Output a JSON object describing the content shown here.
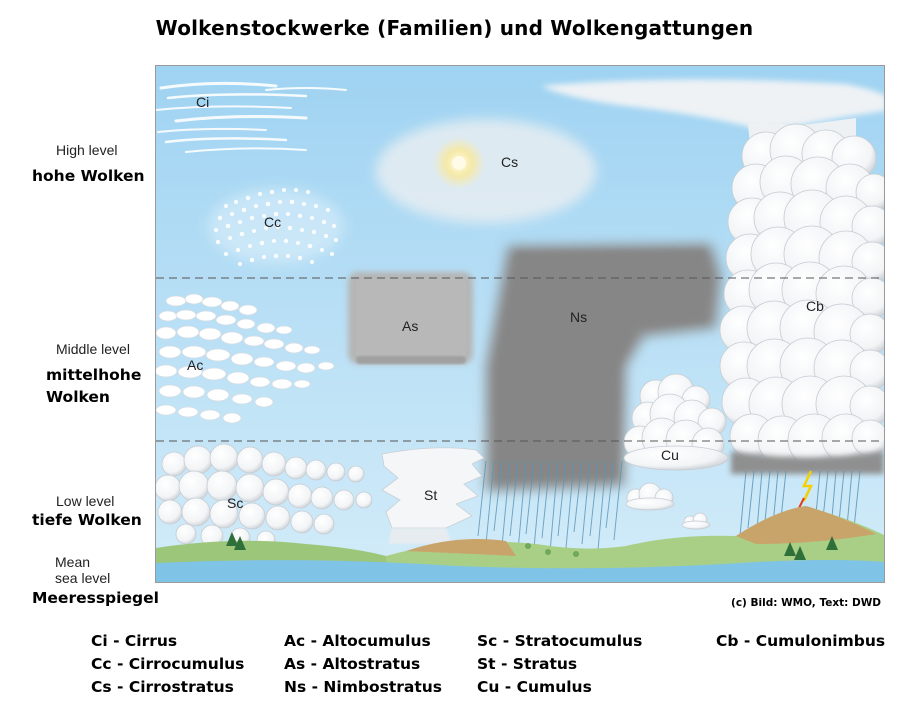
{
  "title": "Wolkenstockwerke (Familien) und Wolkengattungen",
  "levels": {
    "high_en": "High level",
    "high_de": "hohe Wolken",
    "middle_en": "Middle level",
    "middle_de_1": "mittelhohe",
    "middle_de_2": "Wolken",
    "low_en": "Low level",
    "low_de": "tiefe Wolken",
    "sea_en_1": "Mean",
    "sea_en_2": "sea level",
    "sea_de": "Meeresspiegel"
  },
  "clouds": {
    "ci": "Ci",
    "cs": "Cs",
    "cc": "Cc",
    "as": "As",
    "ns": "Ns",
    "cb": "Cb",
    "ac": "Ac",
    "cu": "Cu",
    "sc": "Sc",
    "st": "St"
  },
  "credit": "(c) Bild: WMO, Text: DWD",
  "legend": {
    "ci": "Ci - Cirrus",
    "cc": "Cc - Cirrocumulus",
    "cs": "Cs - Cirrostratus",
    "ac": "Ac - Altocumulus",
    "as": "As - Altostratus",
    "ns": "Ns - Nimbostratus",
    "sc": "Sc - Stratocumulus",
    "st": "St - Stratus",
    "cu": "Cu - Cumulus",
    "cb": "Cb - Cumulonimbus"
  },
  "colors": {
    "sky_top": "#9fd3f2",
    "sky_bottom": "#cfe9f8",
    "nimbostratus": "#8c8c8c",
    "altostratus": "#b4b4b4",
    "ground": "#9cc77a",
    "sea": "#7fc4e6",
    "hill": "#c9a46a"
  }
}
